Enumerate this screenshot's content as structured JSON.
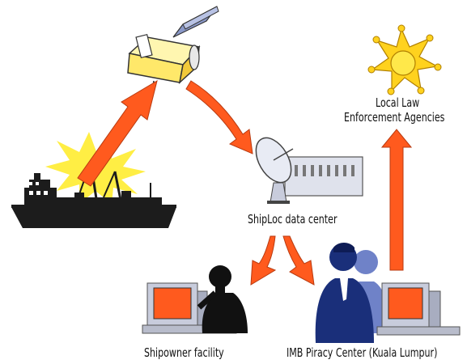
{
  "labels": {
    "local_law_line1": "Local Law",
    "local_law_line2": "Enforcement Agencies",
    "shiploc": "ShipLoc data center",
    "shipowner": "Shipowner facility",
    "imb": "IMB Piracy Center (Kuala Lumpur)"
  },
  "colors": {
    "arrow": "#ff5a1e",
    "satellite_body": "#ffe86a",
    "satellite_panel": "#8a98c8",
    "star": "#ffd21e",
    "burst": "#ffee44",
    "ship": "#1c1c1c",
    "screen": "#ff5a1e",
    "person_dark": "#1a2f7a",
    "computer": "#c8ccdc"
  }
}
